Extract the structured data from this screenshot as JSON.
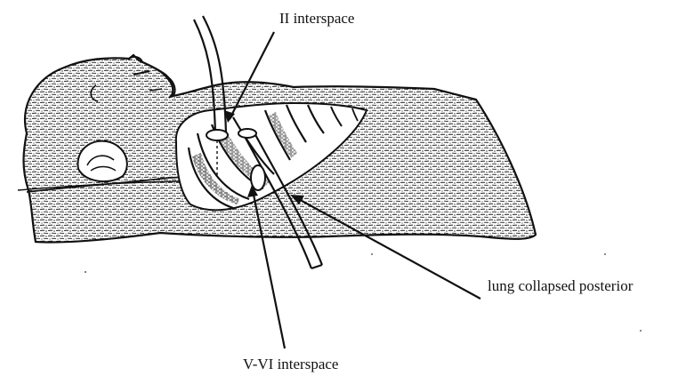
{
  "labels": {
    "second_interspace": "II interspace",
    "lung_collapsed": "lung collapsed posterior",
    "fifth_sixth_interspace": "V-VI interspace"
  },
  "colors": {
    "ink": "#111111",
    "stipple": "#3a3a3a",
    "background": "#ffffff"
  }
}
